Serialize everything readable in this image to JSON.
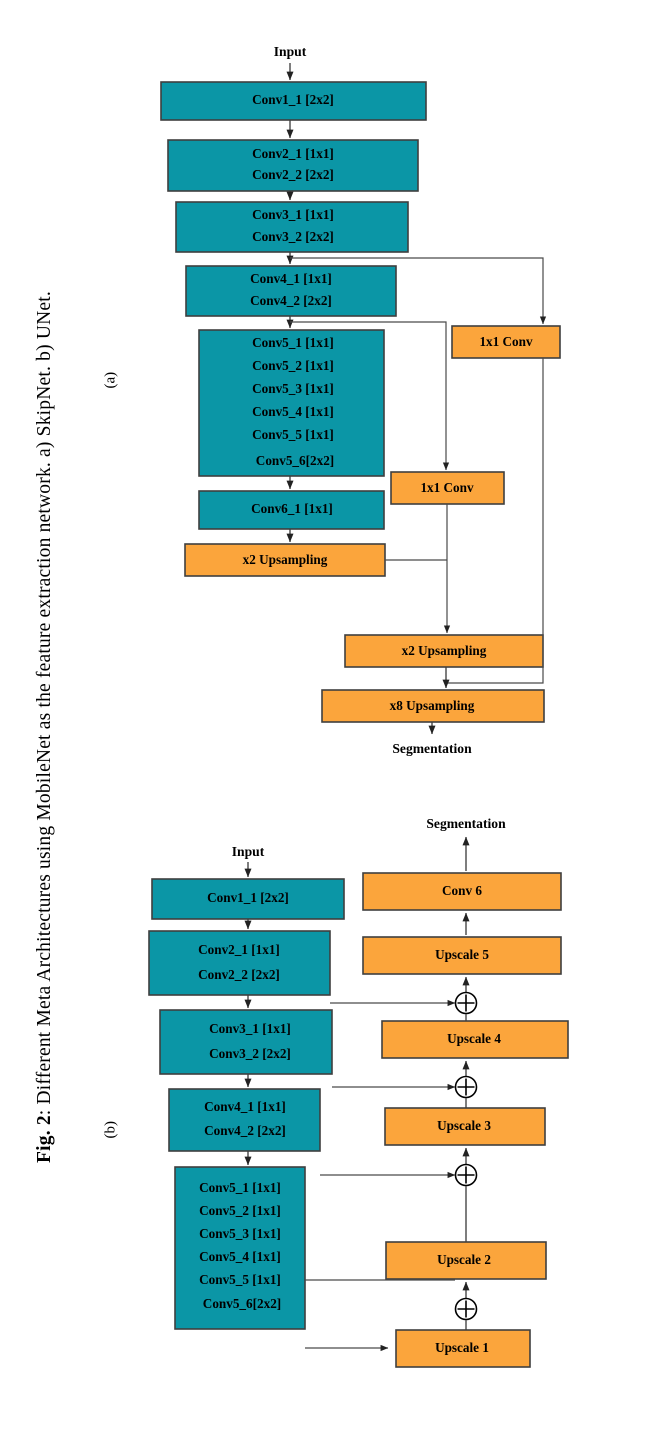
{
  "figure": {
    "caption_prefix": "Fig. 2",
    "caption_text": ": Different Meta Architectures using MobileNet as the feature extraction network. a) SkipNet. b) UNet.",
    "caption_full": "Fig. 2: Different Meta Architectures using MobileNet as the feature extraction network. a) SkipNet. b) UNet.",
    "colors": {
      "conv_block": "#0b96a6",
      "upsample_block": "#fba53c",
      "edge": "#3f3f3f",
      "text": "#000000",
      "background": "#ffffff"
    }
  },
  "panel_a": {
    "label": "(a)",
    "name": "SkipNet",
    "input_label": "Input",
    "output_label": "Segmentation",
    "encoder_blocks": [
      {
        "id": "conv1",
        "lines": [
          "Conv1_1 [2x2]"
        ]
      },
      {
        "id": "conv2",
        "lines": [
          "Conv2_1 [1x1]",
          "Conv2_2 [2x2]"
        ]
      },
      {
        "id": "conv3",
        "lines": [
          "Conv3_1 [1x1]",
          "Conv3_2 [2x2]"
        ]
      },
      {
        "id": "conv4",
        "lines": [
          "Conv4_1 [1x1]",
          "Conv4_2 [2x2]"
        ]
      },
      {
        "id": "conv5",
        "lines": [
          "Conv5_1 [1x1]",
          "Conv5_2 [1x1]",
          "Conv5_3 [1x1]",
          "Conv5_4 [1x1]",
          "Conv5_5 [1x1]",
          "Conv5_6[2x2]"
        ]
      },
      {
        "id": "conv6",
        "lines": [
          "Conv6_1 [1x1]"
        ]
      }
    ],
    "decoder_blocks": [
      {
        "id": "skip_conv_high",
        "label": "1x1 Conv"
      },
      {
        "id": "skip_conv_low",
        "label": "1x1 Conv"
      },
      {
        "id": "up_a1",
        "label": "x2 Upsampling"
      },
      {
        "id": "up_a2",
        "label": "x2 Upsampling"
      },
      {
        "id": "up_a3",
        "label": "x8 Upsampling"
      }
    ]
  },
  "panel_b": {
    "label": "(b)",
    "name": "UNet",
    "input_label": "Input",
    "output_label": "Segmentation",
    "encoder_blocks": [
      {
        "id": "b_conv1",
        "lines": [
          "Conv1_1 [2x2]"
        ]
      },
      {
        "id": "b_conv2",
        "lines": [
          "Conv2_1 [1x1]",
          "Conv2_2 [2x2]"
        ]
      },
      {
        "id": "b_conv3",
        "lines": [
          "Conv3_1 [1x1]",
          "Conv3_2 [2x2]"
        ]
      },
      {
        "id": "b_conv4",
        "lines": [
          "Conv4_1 [1x1]",
          "Conv4_2 [2x2]"
        ]
      },
      {
        "id": "b_conv5",
        "lines": [
          "Conv5_1 [1x1]",
          "Conv5_2 [1x1]",
          "Conv5_3 [1x1]",
          "Conv5_4 [1x1]",
          "Conv5_5 [1x1]",
          "Conv5_6[2x2]"
        ]
      }
    ],
    "decoder_blocks": [
      {
        "id": "b_up1",
        "label": "Upscale 1"
      },
      {
        "id": "b_up2",
        "label": "Upscale 2"
      },
      {
        "id": "b_up3",
        "label": "Upscale 3"
      },
      {
        "id": "b_up4",
        "label": "Upscale 4"
      },
      {
        "id": "b_up5",
        "label": "Upscale 5"
      },
      {
        "id": "b_conv6",
        "label": "Conv 6"
      }
    ],
    "merge_operator": "+",
    "merge_count": 4
  }
}
